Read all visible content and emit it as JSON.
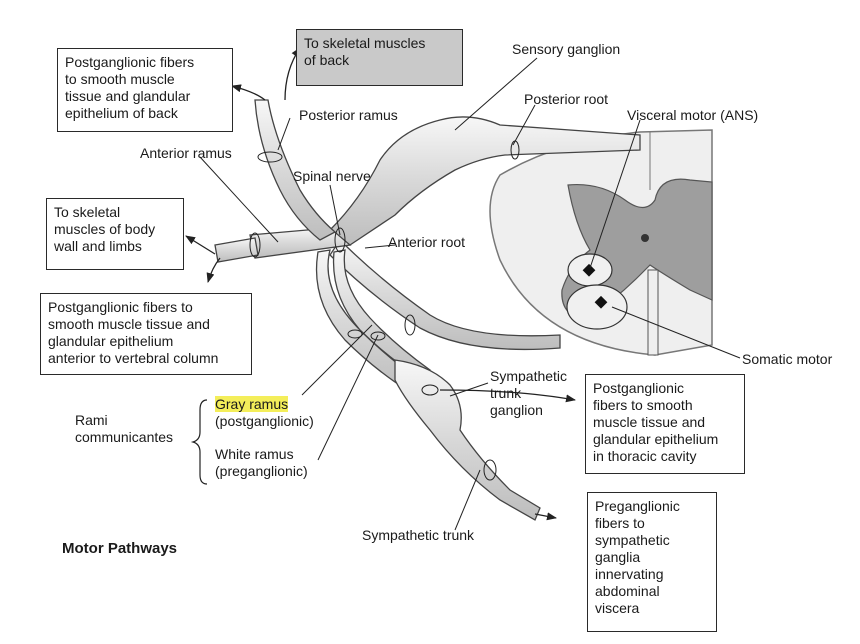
{
  "title": "Motor Pathways",
  "boxes": {
    "post_back": [
      "Postganglionic fibers",
      "to smooth muscle",
      "tissue and glandular",
      "epithelium of back"
    ],
    "skeletal_back": [
      "To skeletal muscles",
      "of back"
    ],
    "skeletal_wall": [
      "To skeletal",
      "muscles of body",
      "wall and limbs"
    ],
    "post_anterior": [
      "Postganglionic fibers to",
      "smooth muscle tissue and",
      "glandular epithelium",
      "anterior to vertebral column"
    ],
    "post_thoracic": [
      "Postganglionic",
      "fibers to smooth",
      "muscle tissue and",
      "glandular epithelium",
      "in thoracic cavity"
    ],
    "pre_abdominal": [
      "Preganglionic",
      "fibers to",
      "sympathetic",
      "ganglia",
      "innervating",
      "abdominal",
      "viscera"
    ]
  },
  "labels": {
    "sensory_ganglion": "Sensory ganglion",
    "posterior_ramus": "Posterior ramus",
    "posterior_root": "Posterior root",
    "visceral_motor": "Visceral motor (ANS)",
    "anterior_ramus": "Anterior ramus",
    "spinal_nerve": "Spinal nerve",
    "anterior_root": "Anterior root",
    "somatic_motor": "Somatic motor",
    "sympathetic_trunk_ganglion": [
      "Sympathetic",
      "trunk",
      "ganglion"
    ],
    "rami_communicantes": [
      "Rami",
      "communicantes"
    ],
    "gray_ramus": [
      "Gray ramus",
      "(postganglionic)"
    ],
    "white_ramus": [
      "White ramus",
      "(preganglionic)"
    ],
    "sympathetic_trunk": "Sympathetic trunk"
  },
  "colors": {
    "highlight": "#f4ee5a",
    "gray_box": "#c9c9c9",
    "gray_matter": "#9a9a9a",
    "white_matter": "#efefef",
    "nerve": "#e4e4e4"
  }
}
